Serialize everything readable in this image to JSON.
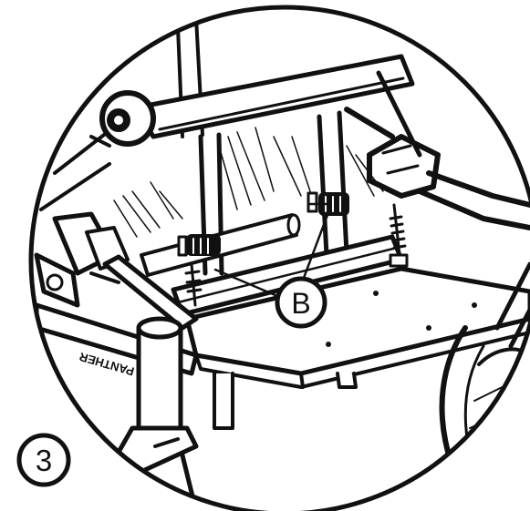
{
  "figure": {
    "step_number": "3",
    "callout_label": "B",
    "brand_text": "PANTHER"
  },
  "colors": {
    "ink": "#111111",
    "paper": "#ffffff"
  }
}
